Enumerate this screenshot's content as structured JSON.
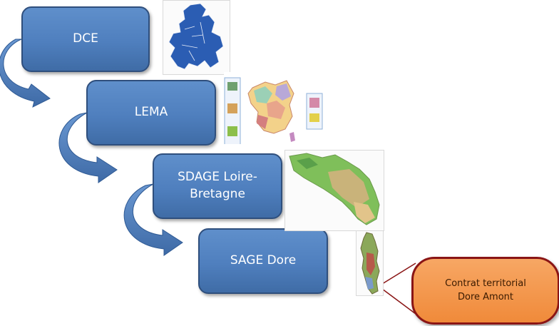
{
  "steps": [
    {
      "label": "DCE"
    },
    {
      "label": "LEMA"
    },
    {
      "label": "SDAGE Loire-\nBretagne"
    },
    {
      "label": "SAGE Dore"
    }
  ],
  "contract": {
    "line1": "Contrat territorial",
    "line2": "Dore Amont"
  },
  "colors": {
    "box": "#4f7fbe",
    "box_border": "#2f4f7d",
    "arrow": "#4a7ab8",
    "contract_fill": "#f08a3a",
    "contract_border": "#8a1515"
  },
  "images": [
    "europe-map",
    "france-basins-map",
    "loire-bretagne-map",
    "dore-map"
  ]
}
